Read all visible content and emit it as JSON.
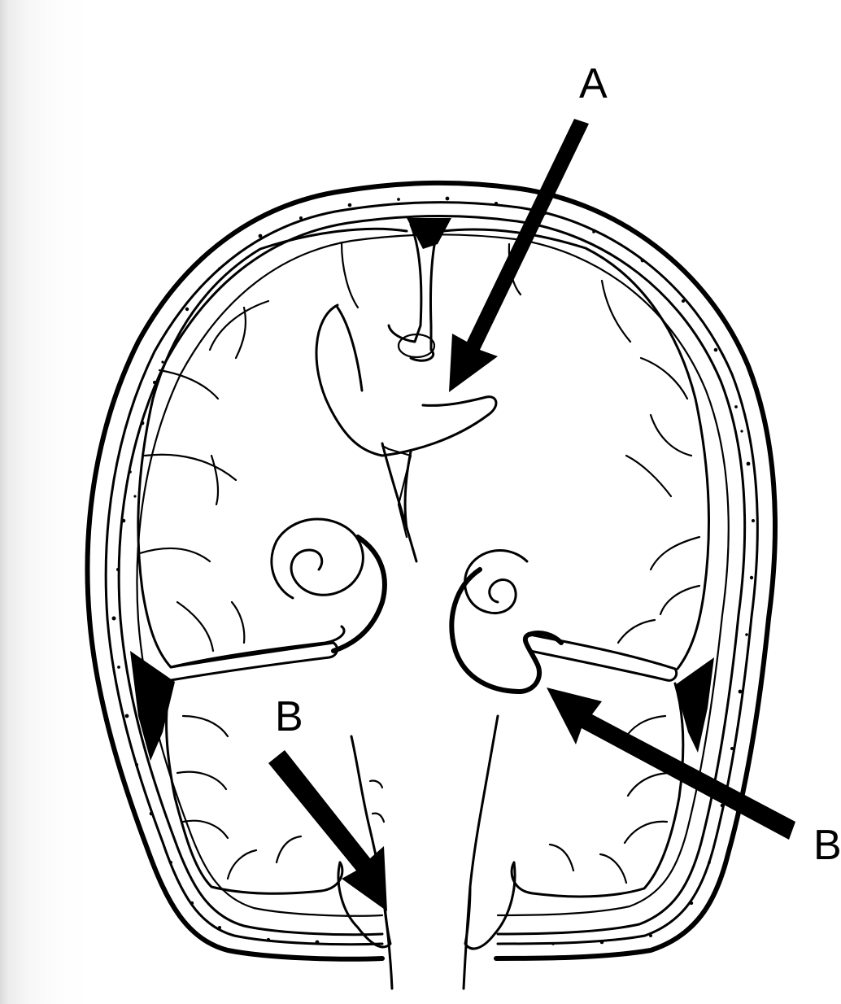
{
  "labels": {
    "a": "A",
    "b_left": "B",
    "b_right": "B"
  }
}
